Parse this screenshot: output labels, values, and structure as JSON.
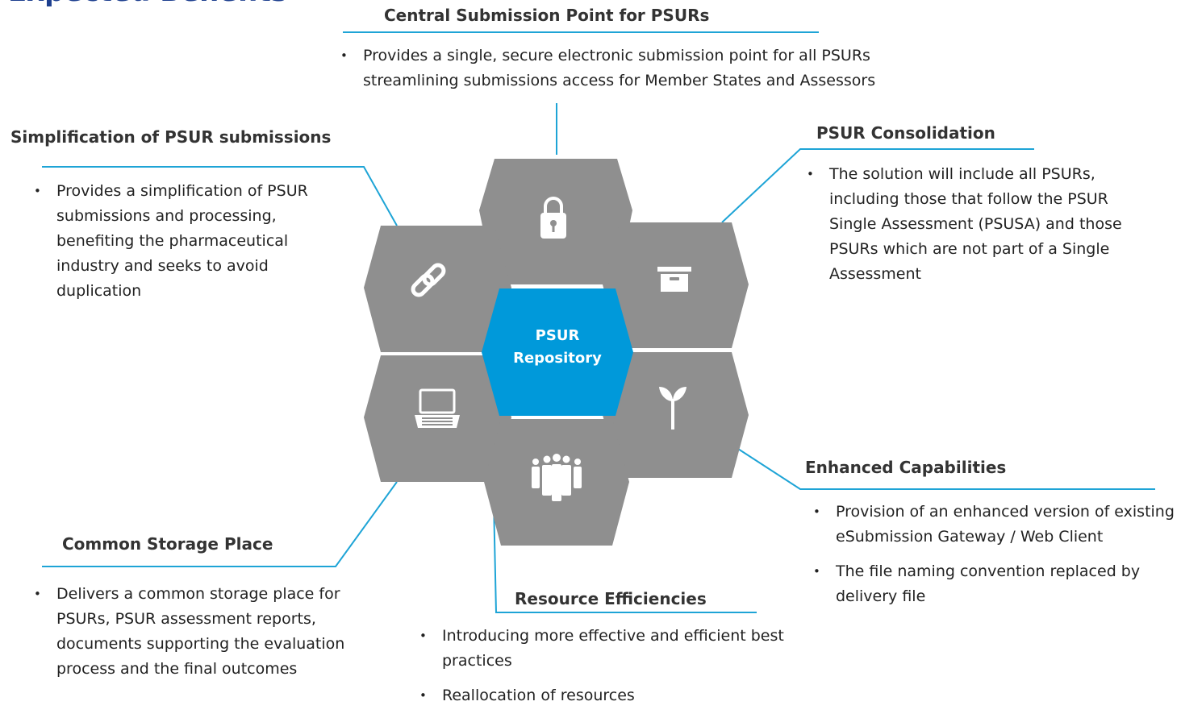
{
  "page_title": "Expected Benefits",
  "center": {
    "line1": "PSUR",
    "line2": "Repository"
  },
  "colors": {
    "hex_gray": "#8f8f8f",
    "hex_center": "#0099da",
    "connector": "#1ea4d6",
    "title_clip": "#1d3f8f"
  },
  "icons": {
    "top": "lock-icon",
    "upper_right": "archive-box-icon",
    "lower_right": "sprout-icon",
    "bottom": "people-group-icon",
    "lower_left": "laptop-icon",
    "upper_left": "chain-link-icon"
  },
  "blocks": {
    "central": {
      "title": "Central Submission Point for PSURs",
      "bullets": [
        "Provides a single, secure electronic submission point for all PSURs streamlining submissions access for Member States and Assessors"
      ]
    },
    "simplification": {
      "title": "Simplification of PSUR submissions",
      "bullets": [
        "Provides a simplification of PSUR submissions and processing, benefiting the pharmaceutical industry and seeks to avoid duplication"
      ]
    },
    "consolidation": {
      "title": "PSUR Consolidation",
      "bullets": [
        "The solution will include all PSURs, including those that follow the PSUR Single Assessment (PSUSA) and those PSURs which are not part of a Single Assessment"
      ]
    },
    "enhanced": {
      "title": "Enhanced Capabilities",
      "bullets": [
        "Provision of an enhanced version of existing eSubmission Gateway / Web Client",
        "The file naming convention replaced by delivery file"
      ]
    },
    "common": {
      "title": "Common Storage Place",
      "bullets": [
        "Delivers a common storage place for PSURs, PSUR assessment reports, documents supporting the evaluation process and the final outcomes"
      ]
    },
    "resource": {
      "title": "Resource Efficiencies",
      "bullets": [
        "Introducing more effective and efficient best practices",
        "Reallocation of resources"
      ]
    }
  }
}
